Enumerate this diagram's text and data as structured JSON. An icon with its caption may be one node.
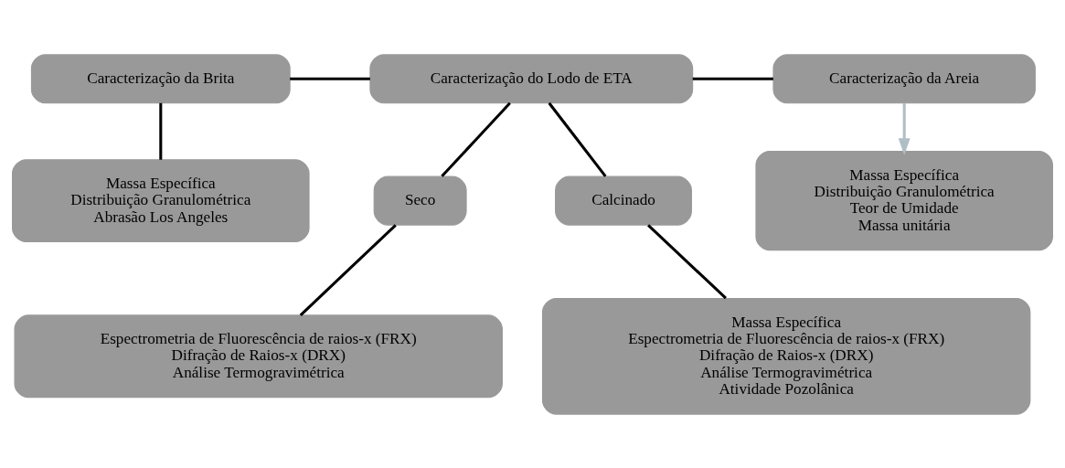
{
  "diagram": {
    "nodes": [
      {
        "text": [
          "Caracterização do Lodo de ETA"
        ]
      },
      {
        "text": [
          "Caracterização da Brita"
        ]
      },
      {
        "text": [
          "Caracterização da Areia"
        ]
      },
      {
        "text": [
          "Massa Específica",
          "Distribuição Granulométrica",
          "Abrasão Los Angeles"
        ]
      },
      {
        "text": [
          "Seco"
        ]
      },
      {
        "text": [
          "Calcinado"
        ]
      },
      {
        "text": [
          "Massa Específica",
          "Distribuição Granulométrica",
          "Teor de Umidade",
          "Massa unitária"
        ]
      },
      {
        "text": [
          "Espectrometria de Fluorescência de raios-x (FRX)",
          "Difração de Raios-x (DRX)",
          "Análise Termogravimétrica"
        ]
      },
      {
        "text": [
          "Massa Específica",
          "Espectrometria de Fluorescência de raios-x (FRX)",
          "Difração de Raios-x (DRX)",
          "Análise Termogravimétrica",
          "Atividade Pozolânica"
        ]
      }
    ],
    "edges": [
      {
        "from": 1,
        "to": 0,
        "arrow": "none"
      },
      {
        "from": 0,
        "to": 2,
        "arrow": "none"
      },
      {
        "from": 1,
        "to": 3,
        "arrow": "none"
      },
      {
        "from": 0,
        "to": 4,
        "arrow": "none"
      },
      {
        "from": 0,
        "to": 5,
        "arrow": "none"
      },
      {
        "from": 2,
        "to": 6,
        "arrow": "to",
        "color": "#b0bec5"
      },
      {
        "from": 4,
        "to": 7,
        "arrow": "none"
      },
      {
        "from": 5,
        "to": 8,
        "arrow": "none"
      }
    ]
  }
}
